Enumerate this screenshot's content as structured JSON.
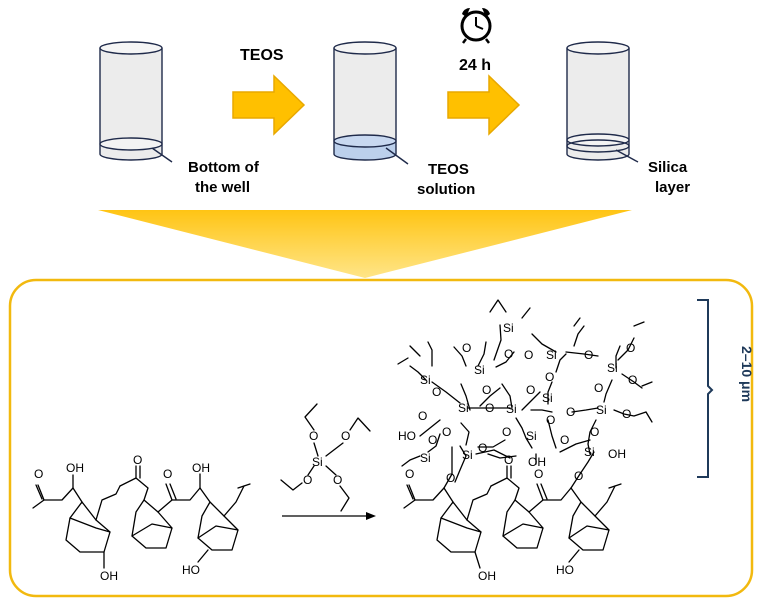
{
  "colors": {
    "arrow": "#ffc000",
    "arrow_stroke": "#e8a800",
    "funnel": "#ffd54a",
    "panel_border": "#f2b90f",
    "cylinder_fill": "#ececec",
    "cylinder_stroke": "#1f2a4a",
    "teos_fill": "#bcd0ec",
    "bracket": "#1f3a5a"
  },
  "icons": {
    "timer": "alarm-clock-icon"
  },
  "top": {
    "steps": [
      {
        "label_line1": "Bottom of",
        "label_line2": "the well"
      },
      {
        "label_line1": "TEOS",
        "label_line2": "solution"
      },
      {
        "label_line1": "Silica",
        "label_line2": "layer"
      }
    ],
    "arrow1_label": "TEOS",
    "arrow2_label": "24 h"
  },
  "scale_label": "2–10 μm",
  "chem": {
    "si": "Si",
    "o": "O",
    "oh": "OH",
    "ho": "HO"
  }
}
